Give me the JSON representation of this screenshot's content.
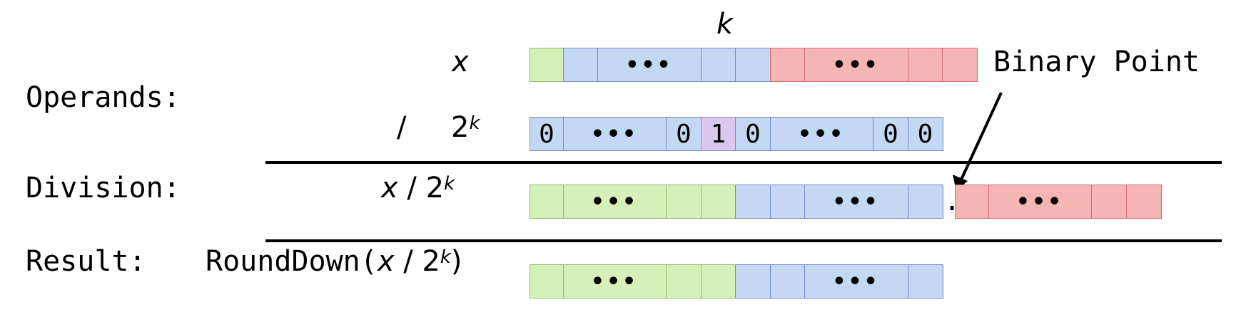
{
  "labels": {
    "operands": "Operands:",
    "division": "Division:",
    "result": "Result:",
    "k": "k",
    "binary_point": "Binary Point"
  },
  "expressions": {
    "x": "x",
    "divisor_slash": "/",
    "divisor_base": "2",
    "divisor_exp": "k",
    "division_x": "x",
    "division_slash": " / ",
    "division_base": "2",
    "division_exp": "k",
    "result_fn": "RoundDown(",
    "result_x": "x",
    "result_slash": " / ",
    "result_base": "2",
    "result_exp": "k",
    "result_close": ")"
  },
  "rows": {
    "x": [
      {
        "color": "green",
        "text": ""
      },
      {
        "color": "blue",
        "text": ""
      },
      {
        "color": "blue",
        "text": "•••"
      },
      {
        "color": "blue",
        "text": ""
      },
      {
        "color": "blue",
        "text": ""
      },
      {
        "color": "red",
        "text": ""
      },
      {
        "color": "red",
        "text": "•••"
      },
      {
        "color": "red",
        "text": ""
      },
      {
        "color": "red",
        "text": ""
      }
    ],
    "divisor": [
      {
        "color": "blue",
        "text": "0"
      },
      {
        "color": "blue",
        "text": "•••"
      },
      {
        "color": "blue",
        "text": "0"
      },
      {
        "color": "purple",
        "text": "1"
      },
      {
        "color": "blue",
        "text": "0"
      },
      {
        "color": "blue",
        "text": "•••"
      },
      {
        "color": "blue",
        "text": "0"
      },
      {
        "color": "blue",
        "text": "0"
      }
    ],
    "division_int": [
      {
        "color": "green",
        "text": ""
      },
      {
        "color": "green",
        "text": "•••"
      },
      {
        "color": "green",
        "text": ""
      },
      {
        "color": "green",
        "text": ""
      },
      {
        "color": "blue",
        "text": ""
      },
      {
        "color": "blue",
        "text": ""
      },
      {
        "color": "blue",
        "text": "•••"
      },
      {
        "color": "blue",
        "text": ""
      }
    ],
    "division_frac": [
      {
        "color": "red",
        "text": ""
      },
      {
        "color": "red",
        "text": "•••"
      },
      {
        "color": "red",
        "text": ""
      },
      {
        "color": "red",
        "text": ""
      }
    ],
    "result": [
      {
        "color": "green",
        "text": ""
      },
      {
        "color": "green",
        "text": "•••"
      },
      {
        "color": "green",
        "text": ""
      },
      {
        "color": "green",
        "text": ""
      },
      {
        "color": "blue",
        "text": ""
      },
      {
        "color": "blue",
        "text": ""
      },
      {
        "color": "blue",
        "text": "•••"
      },
      {
        "color": "blue",
        "text": ""
      }
    ],
    "point": "."
  }
}
